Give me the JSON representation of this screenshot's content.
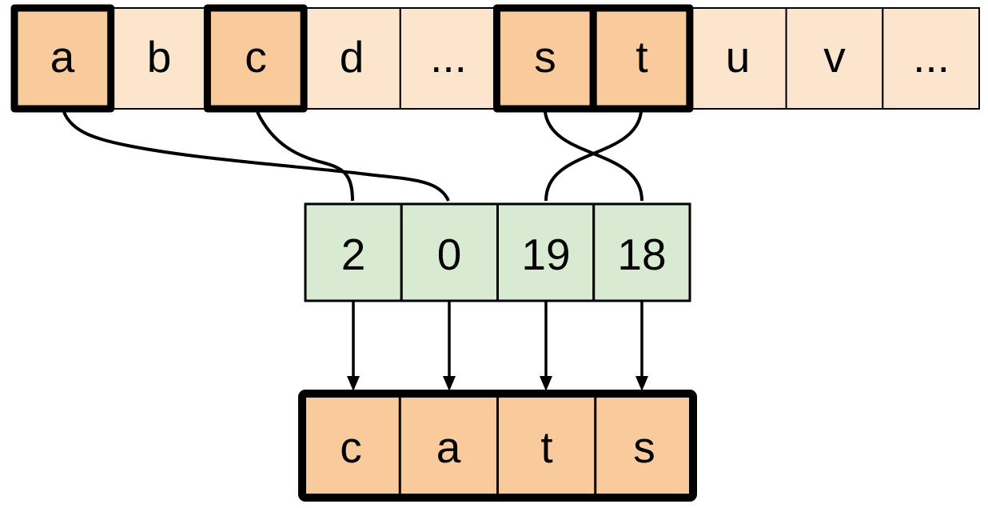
{
  "colors": {
    "highlight_fill": "#f9cb9c",
    "light_fill": "#fce5cd",
    "index_fill": "#d9ead3",
    "line": "#000000",
    "background": "#ffffff"
  },
  "alphabet_row": {
    "cells": [
      {
        "label": "a",
        "highlighted": true
      },
      {
        "label": "b",
        "highlighted": false
      },
      {
        "label": "c",
        "highlighted": true
      },
      {
        "label": "d",
        "highlighted": false
      },
      {
        "label": "...",
        "highlighted": false
      },
      {
        "label": "s",
        "highlighted": true
      },
      {
        "label": "t",
        "highlighted": true
      },
      {
        "label": "u",
        "highlighted": false
      },
      {
        "label": "v",
        "highlighted": false
      },
      {
        "label": "...",
        "highlighted": false
      }
    ]
  },
  "index_row": {
    "cells": [
      {
        "value": "2"
      },
      {
        "value": "0"
      },
      {
        "value": "19"
      },
      {
        "value": "18"
      }
    ]
  },
  "output_row": {
    "cells": [
      {
        "letter": "c"
      },
      {
        "letter": "a"
      },
      {
        "letter": "t"
      },
      {
        "letter": "s"
      }
    ]
  },
  "mappings": [
    {
      "letter": "a",
      "index": "0"
    },
    {
      "letter": "c",
      "index": "2"
    },
    {
      "letter": "s",
      "index": "18"
    },
    {
      "letter": "t",
      "index": "19"
    }
  ]
}
